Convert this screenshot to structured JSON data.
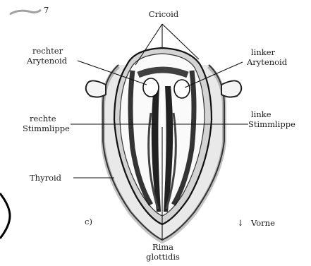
{
  "diagram": {
    "labels": {
      "cricoid": "Cricoid",
      "right_arytenoid_1": "rechter",
      "right_arytenoid_2": "Arytenoid",
      "left_arytenoid_1": "linker",
      "left_arytenoid_2": "Arytenoid",
      "right_fold_1": "rechte",
      "right_fold_2": "Stimmlippe",
      "left_fold_1": "linke",
      "left_fold_2": "Stimmlippe",
      "thyroid": "Thyroid",
      "panel": "c)",
      "direction": "Vorne",
      "rima_1": "Rima",
      "rima_2": "glottidis",
      "corner_mark": "7"
    },
    "direction_arrow": "↓"
  }
}
